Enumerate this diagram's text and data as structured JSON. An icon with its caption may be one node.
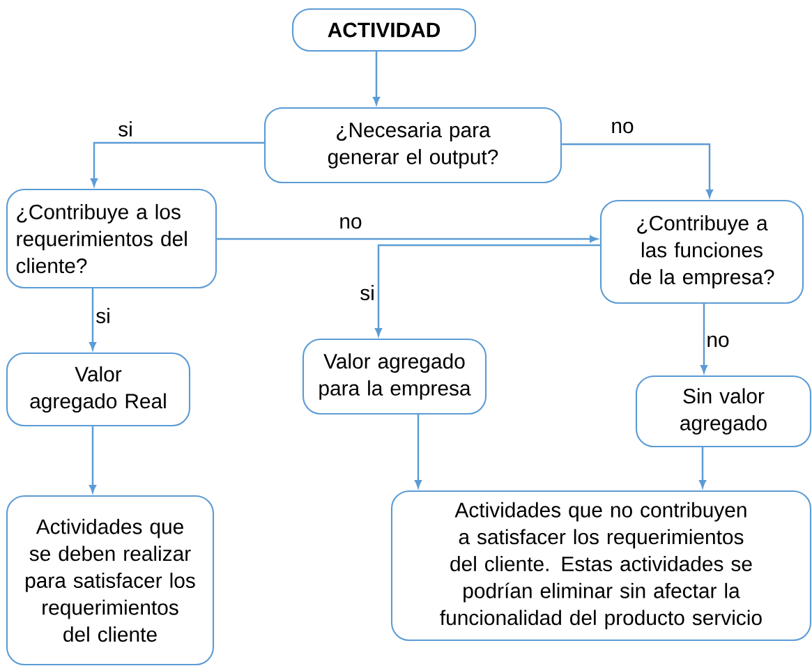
{
  "diagram": {
    "nodes": [
      {
        "text": [
          "ACTIVIDAD"
        ]
      },
      {
        "text": [
          "¿Necesaria para generar el output?"
        ]
      },
      {
        "text": [
          "¿Contribuye a los requerimientos del cliente?"
        ]
      },
      {
        "text": [
          "¿Contribuye a las funciones de la empresa?"
        ]
      },
      {
        "text": [
          "Valor agregado Real"
        ]
      },
      {
        "text": [
          "Valor agregado para la empresa"
        ]
      },
      {
        "text": [
          "Sin valor agregado"
        ]
      },
      {
        "text": [
          "Actividades que se deben realizar para satisfacer los requerimientos del cliente"
        ]
      },
      {
        "text": [
          "Actividades que no contribuyen a satisfacer los requerimientos del cliente. Estas actividades se podrían eliminar sin afectar la funcionalidad del producto servicio"
        ]
      }
    ],
    "edges": [
      {
        "from": 0,
        "to": 1,
        "arrow": "to"
      },
      {
        "from": 1,
        "to": 2,
        "arrow": "to",
        "label": "si"
      },
      {
        "from": 1,
        "to": 3,
        "arrow": "to",
        "label": "no"
      },
      {
        "from": 2,
        "to": 3,
        "arrow": "to",
        "label": "no"
      },
      {
        "from": 3,
        "to": 5,
        "arrow": "to",
        "label": "si"
      },
      {
        "from": 2,
        "to": 4,
        "arrow": "to",
        "label": "si"
      },
      {
        "from": 3,
        "to": 6,
        "arrow": "to",
        "label": "no"
      },
      {
        "from": 4,
        "to": 7,
        "arrow": "to"
      },
      {
        "from": 5,
        "to": 8,
        "arrow": "to"
      },
      {
        "from": 6,
        "to": 8,
        "arrow": "to"
      }
    ]
  }
}
